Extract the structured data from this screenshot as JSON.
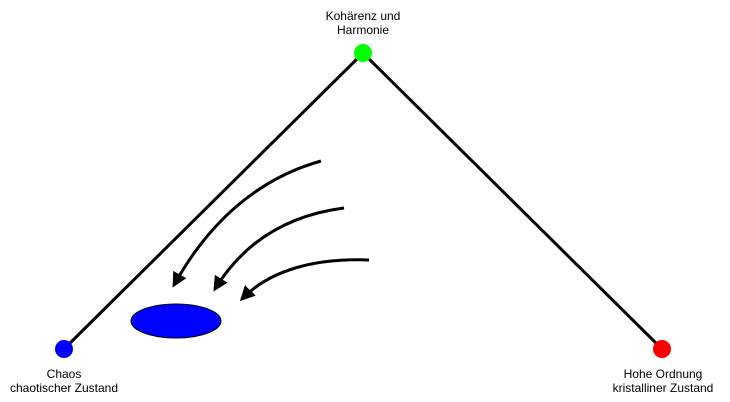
{
  "nodes": {
    "top": {
      "line1": "Kohärenz und",
      "line2": "Harmonie",
      "color": "#00ff00"
    },
    "left": {
      "line1": "Chaos",
      "line2": "chaotischer Zustand",
      "color": "#0000ff"
    },
    "right": {
      "line1": "Hohe Ordnung",
      "line2": "kristalliner  Zustand",
      "color": "#ff0000"
    }
  },
  "blob": {
    "color": "#0000ff"
  },
  "arrows": {
    "count": 3,
    "color": "#000000"
  },
  "lines": {
    "color": "#000000"
  }
}
